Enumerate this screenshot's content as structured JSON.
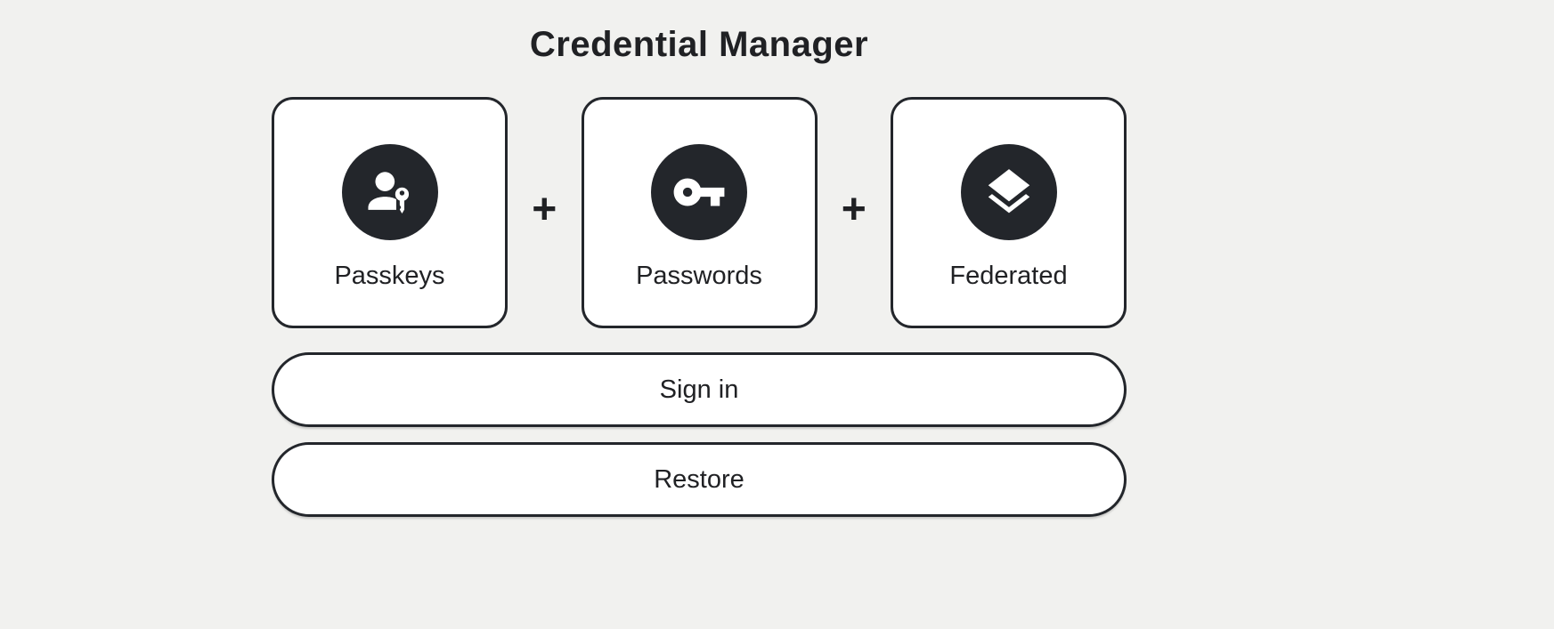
{
  "header": {
    "title": "Credential Manager"
  },
  "cards": [
    {
      "label": "Passkeys",
      "icon": "passkey-icon"
    },
    {
      "label": "Passwords",
      "icon": "key-icon"
    },
    {
      "label": "Federated",
      "icon": "layers-icon"
    }
  ],
  "separators": {
    "plus": "+"
  },
  "actions": {
    "sign_in": "Sign in",
    "restore": "Restore"
  },
  "colors": {
    "background": "#f1f1ef",
    "ink": "#202124",
    "surface": "#ffffff"
  }
}
